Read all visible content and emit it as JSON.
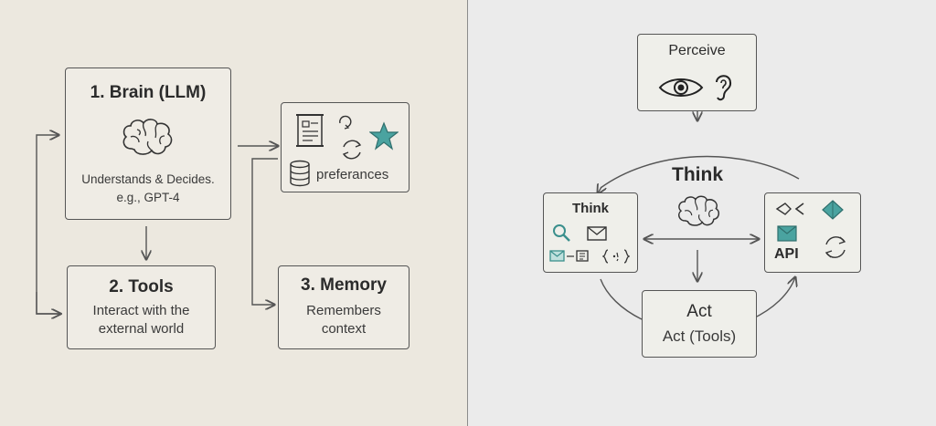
{
  "left": {
    "brain": {
      "title": "1. Brain (LLM)",
      "desc_line1": "Understands & Decides.",
      "desc_line2": "e.g., GPT-4"
    },
    "tools": {
      "title": "2. Tools",
      "desc_line1": "Interact with the",
      "desc_line2": "external world"
    },
    "memory_store": {
      "label": "preferances"
    },
    "memory": {
      "title": "3. Memory",
      "desc_line1": "Remembers",
      "desc_line2": "context"
    }
  },
  "right": {
    "perceive": {
      "title": "Perceive"
    },
    "center_label": "Think",
    "think_box": {
      "title": "Think"
    },
    "api_box": {
      "label": "API"
    },
    "act": {
      "title": "Act",
      "desc": "Act (Tools)"
    }
  },
  "colors": {
    "left_bg": "#ece8df",
    "right_bg": "#ebebeb",
    "accent_teal": "#4aa3a0",
    "line": "#555555"
  }
}
